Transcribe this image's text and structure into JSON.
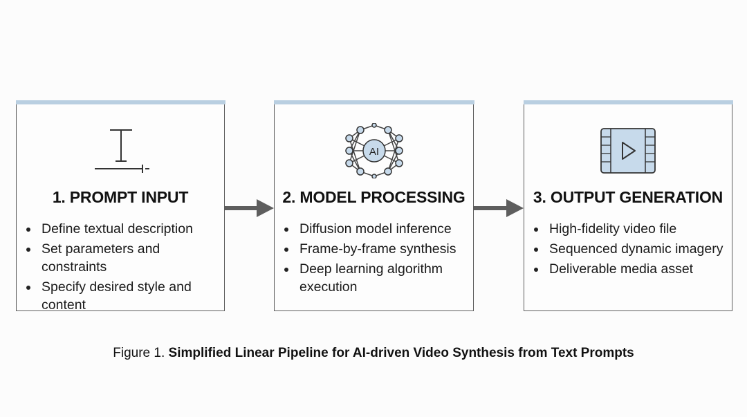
{
  "steps": [
    {
      "icon": "text-cursor-icon",
      "title": "1. PROMPT INPUT",
      "bullets": [
        "Define textual description",
        "Set parameters and constraints",
        "Specify desired style and content"
      ]
    },
    {
      "icon": "neural-network-ai-icon",
      "icon_text": "AI",
      "title": "2. MODEL PROCESSING",
      "bullets": [
        "Diffusion model inference",
        "Frame-by-frame synthesis",
        "Deep learning algorithm execution"
      ]
    },
    {
      "icon": "video-file-icon",
      "title": "3. OUTPUT GENERATION",
      "bullets": [
        "High-fidelity video file",
        "Sequenced dynamic imagery",
        "Deliverable media asset"
      ]
    }
  ],
  "caption": {
    "prefix": "Figure 1.",
    "text": "Simplified Linear Pipeline for AI-driven Video Synthesis from Text Prompts"
  },
  "colors": {
    "accent_bar": "#b9cfe1",
    "icon_fill": "#c7daeb",
    "arrow": "#5e5e5e",
    "border": "#5a5a5a"
  }
}
